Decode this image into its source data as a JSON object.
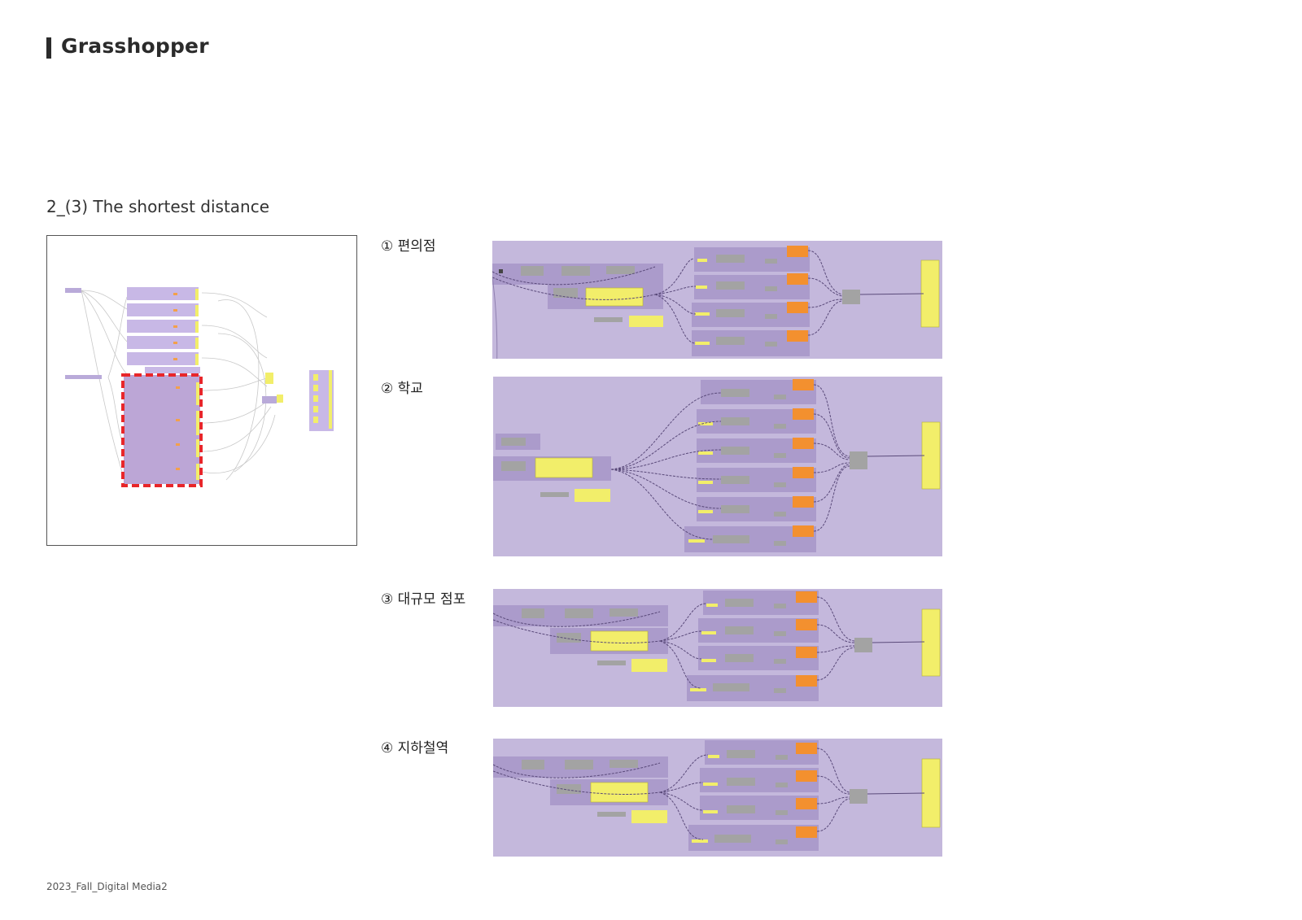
{
  "header": {
    "title": "Grasshopper"
  },
  "section": {
    "subtitle": "2_(3) The shortest distance"
  },
  "panels": [
    {
      "label": "① 편의점"
    },
    {
      "label": "② 학교"
    },
    {
      "label": "③ 대규모 점포"
    },
    {
      "label": "④ 지하철역"
    }
  ],
  "footer": {
    "text": "2023_Fall_Digital Media2"
  },
  "colors": {
    "canvas_bg": "#c4b8dc",
    "group_bg": "#ab9bcb",
    "component": "#a3a3a3",
    "panel_yellow": "#f2ee6a",
    "output_orange": "#f3902f",
    "highlight_red": "#e8262a"
  }
}
